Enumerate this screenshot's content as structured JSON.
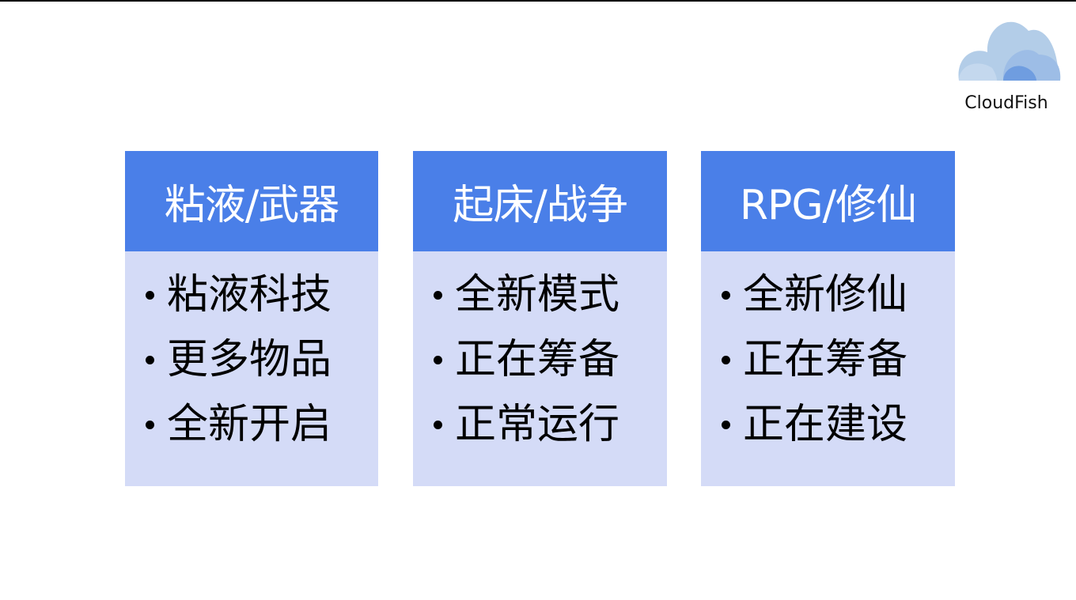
{
  "logo": {
    "text": "CloudFish"
  },
  "cards": [
    {
      "title": "粘液/武器",
      "items": [
        "粘液科技",
        "更多物品",
        "全新开启"
      ]
    },
    {
      "title": "起床/战争",
      "items": [
        "全新模式",
        "正在筹备",
        "正常运行"
      ]
    },
    {
      "title": "RPG/修仙",
      "items": [
        "全新修仙",
        "正在筹备",
        "正在建设"
      ]
    }
  ],
  "colors": {
    "header": "#4a7fe8",
    "body": "#d4dbf7"
  }
}
